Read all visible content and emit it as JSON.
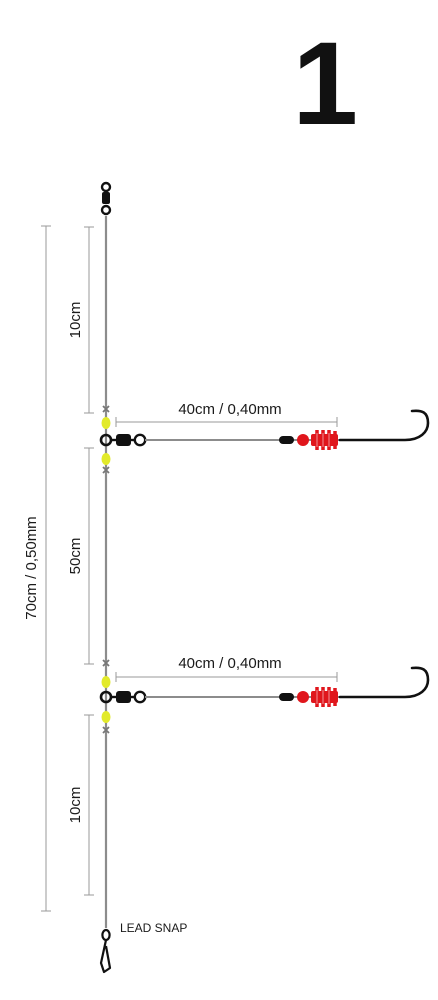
{
  "figure": {
    "rig_number": "1",
    "total_length_label": "70cm / 0,50mm",
    "top_section_label": "10cm",
    "middle_section_label": "50cm",
    "bottom_section_label": "10cm",
    "upper_snood_label": "40cm / 0,40mm",
    "lower_snood_label": "40cm / 0,40mm",
    "lead_snap_label": "LEAD SNAP"
  },
  "colors": {
    "line": "#8c8c8c",
    "bead_yellow": "#e2ea2a",
    "bead_red": "#e0161c",
    "swivel": "#111111",
    "hook": "#111111",
    "dimension": "#9a9a9a"
  }
}
